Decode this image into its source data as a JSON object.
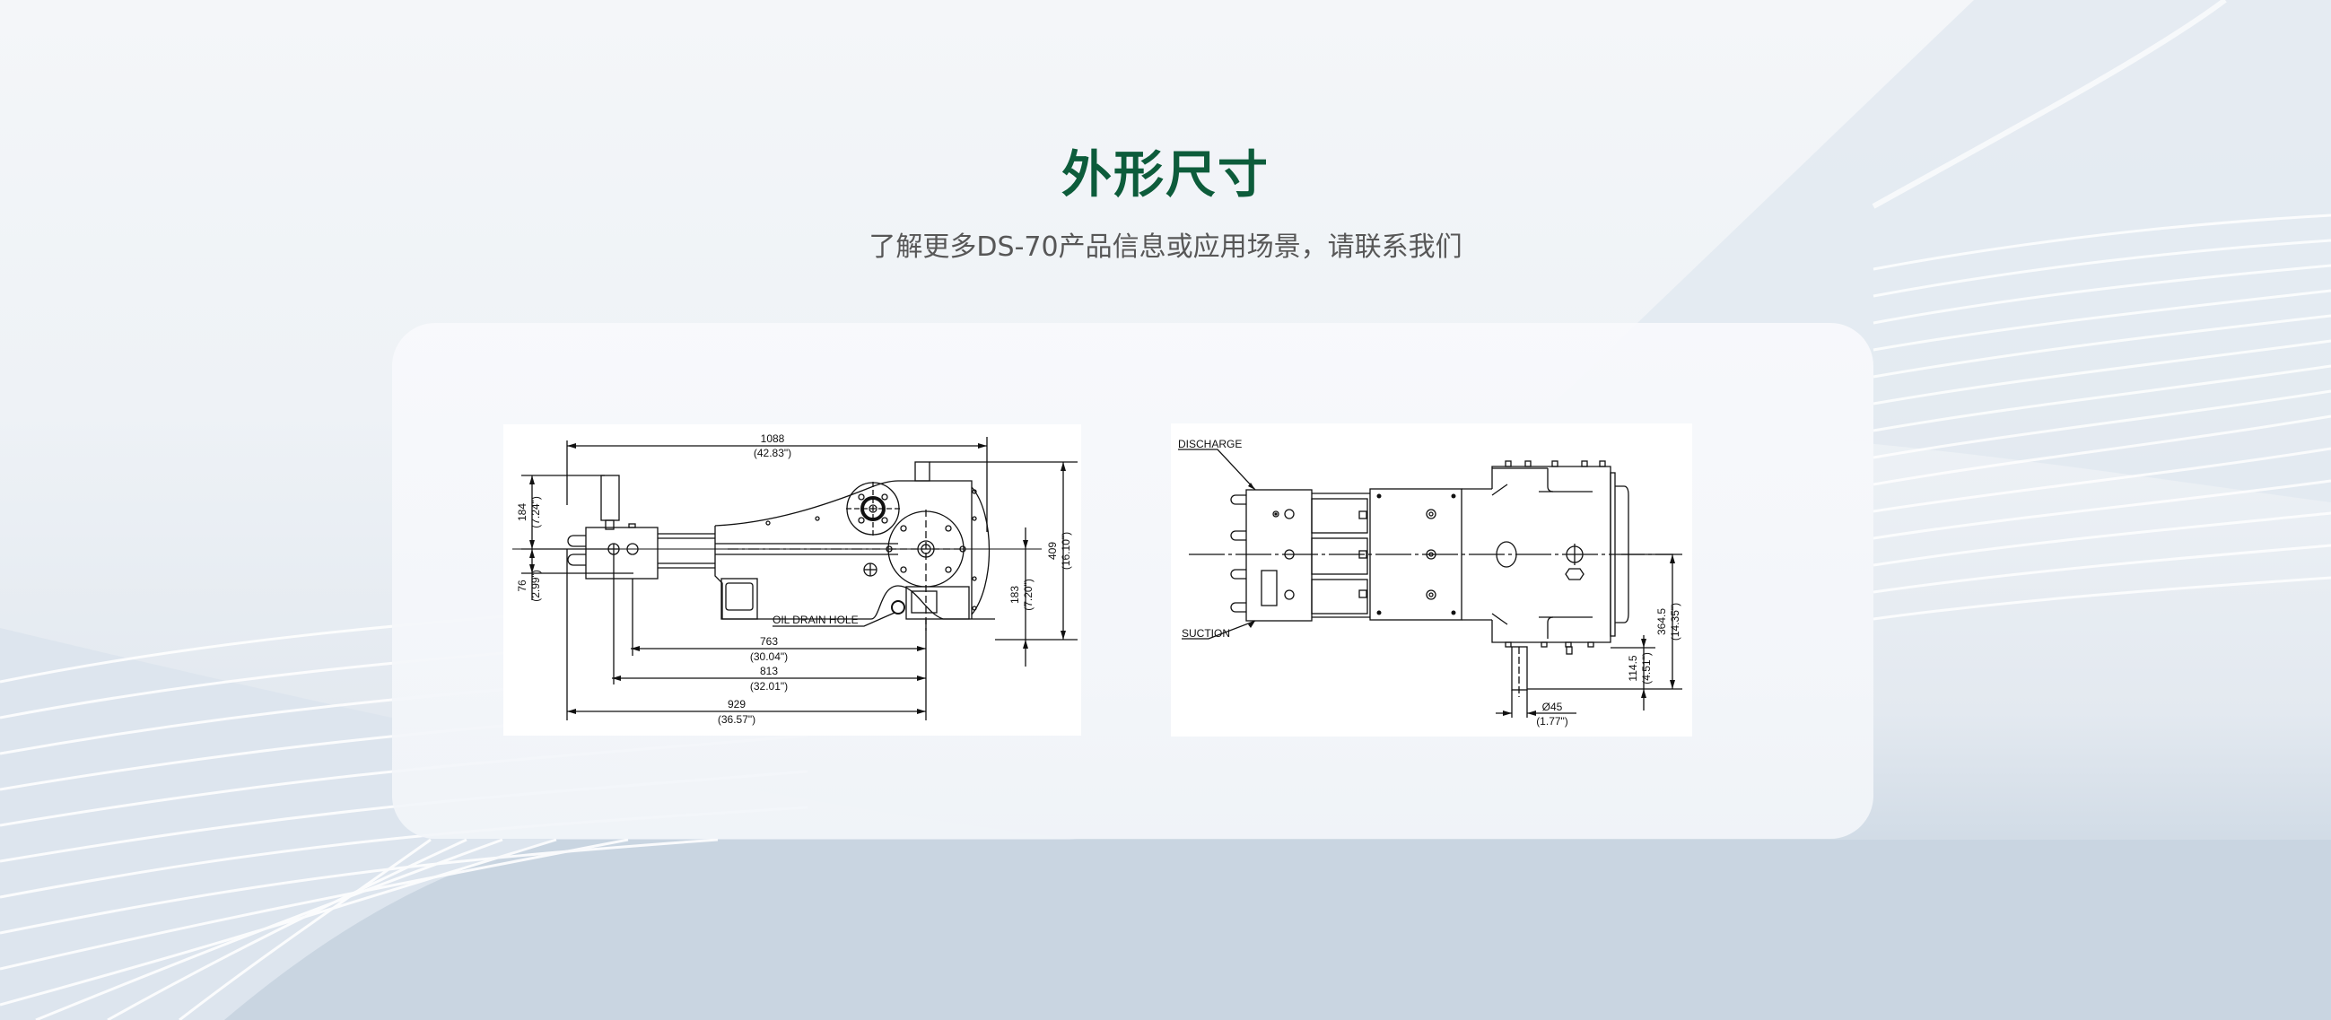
{
  "section": {
    "title": "外形尺寸",
    "subtitle": "了解更多DS-70产品信息或应用场景，请联系我们"
  },
  "colors": {
    "title": "#0d5c3b",
    "subtitle": "#575757",
    "background_bottom": "#cbd7e3",
    "card": "#f6f8fb"
  },
  "drawings": [
    {
      "name": "side-view",
      "dimensions": {
        "overall_length": {
          "mm": "1088",
          "in": "(42.83\")"
        },
        "upper_height": {
          "mm": "184",
          "in": "(7.24\")"
        },
        "lower_height": {
          "mm": "76",
          "in": "(2.99\")"
        },
        "overall_height": {
          "mm": "409",
          "in": "(16.10\")"
        },
        "center_height": {
          "mm": "183",
          "in": "(7.20\")"
        },
        "len_763": {
          "mm": "763",
          "in": "(30.04\")"
        },
        "len_813": {
          "mm": "813",
          "in": "(32.01\")"
        },
        "len_929": {
          "mm": "929",
          "in": "(36.57\")"
        }
      },
      "labels": {
        "oil_drain": "OIL DRAIN HOLE"
      }
    },
    {
      "name": "top-view",
      "dimensions": {
        "shaft_offset": {
          "mm": "364.5",
          "in": "(14.35\")"
        },
        "shaft_length": {
          "mm": "114.5",
          "in": "(4.51\")"
        },
        "shaft_diameter": {
          "mm": "Ø45",
          "in": "(1.77\")"
        }
      },
      "labels": {
        "discharge": "DISCHARGE",
        "suction": "SUCTION"
      }
    }
  ]
}
